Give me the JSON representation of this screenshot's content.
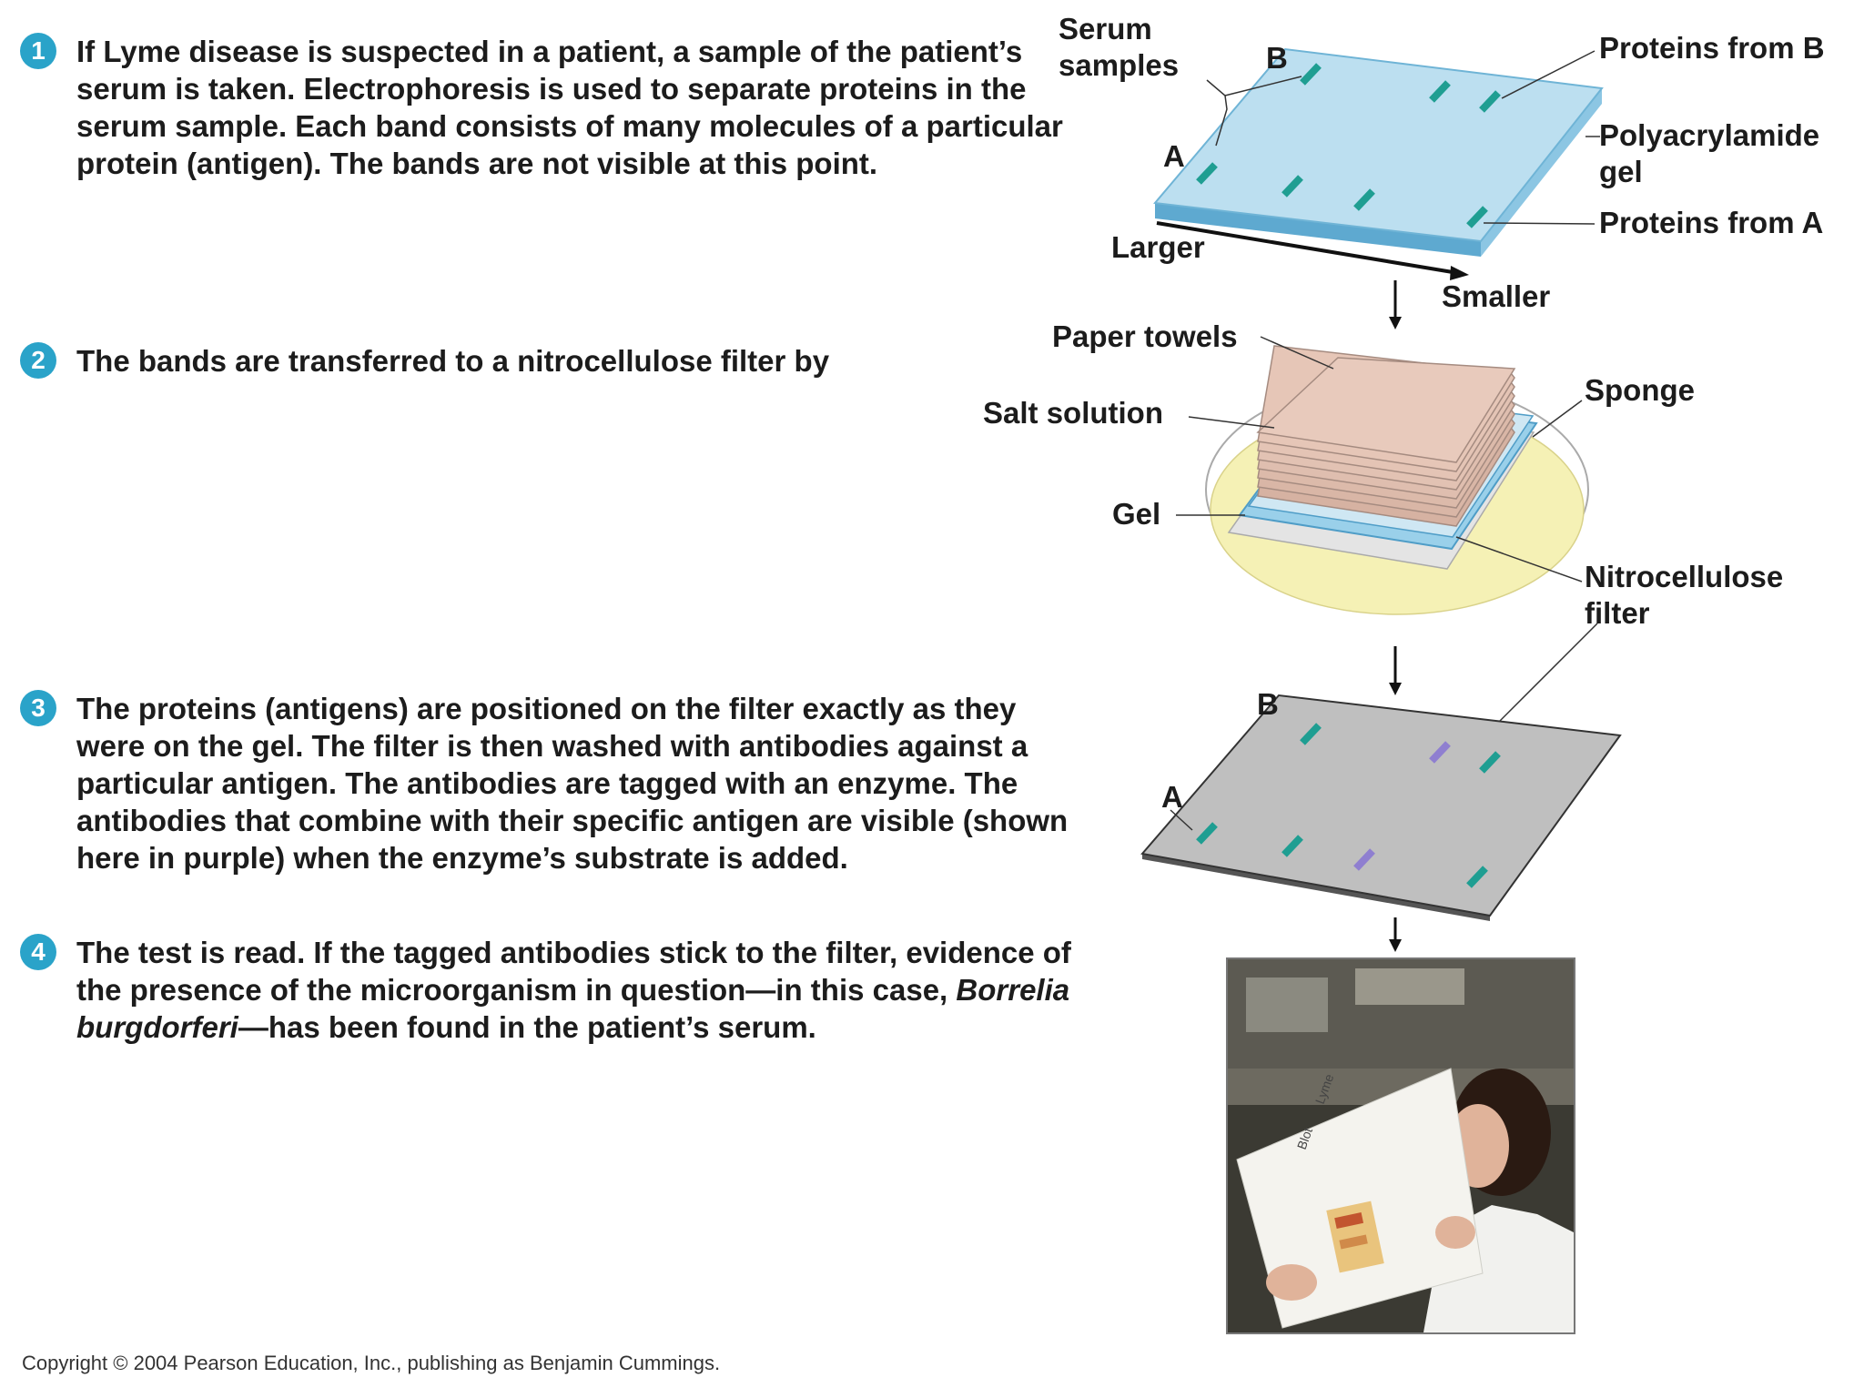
{
  "steps": [
    {
      "number": "1",
      "text": "If Lyme disease is suspected in a patient, a sample of the patient’s serum is taken. Electrophoresis is used to separate proteins in the serum sample. Each band consists of many molecules of a particular protein (antigen). The bands are not visible at this point."
    },
    {
      "number": "2",
      "text": "The bands are transferred to a nitrocellulose filter by"
    },
    {
      "number": "3",
      "text": "The proteins (antigens) are positioned on the filter exactly as they were on the gel. The filter is then washed with antibodies against a particular antigen. The antibodies are tagged with an enzyme. The antibodies that combine with their specific antigen are visible (shown here in purple) when the enzyme’s substrate is added."
    },
    {
      "number": "4",
      "text_before": "The test is read. If the tagged antibodies stick to the filter, evidence of the presence of the microorganism in question—in this case, ",
      "text_italic": "Borrelia burgdorferi",
      "text_after": "—has been found in the patient’s serum."
    }
  ],
  "labels": {
    "serum_samples_1": "Serum",
    "serum_samples_2": "samples",
    "b_top": "B",
    "a_top": "A",
    "proteins_from_b": "Proteins from B",
    "polyacrylamide_1": "Polyacrylamide",
    "polyacrylamide_2": "gel",
    "proteins_from_a": "Proteins from A",
    "larger": "Larger",
    "smaller": "Smaller",
    "paper_towels": "Paper towels",
    "salt_solution": "Salt solution",
    "sponge": "Sponge",
    "gel": "Gel",
    "nitrocellulose_1": "Nitrocellulose",
    "nitrocellulose_2": "filter",
    "b_bottom": "B",
    "a_bottom": "A"
  },
  "photo": {
    "alt": "Technician reading the filter",
    "sheet_note_1": "Blot",
    "sheet_note_2": "Lyme"
  },
  "copyright": "Copyright © 2004 Pearson Education, Inc., publishing as Benjamin Cummings.",
  "colors": {
    "step_badge": "#2aa3c9",
    "gel": "#bcdff0",
    "gel_edge": "#6fb4d6",
    "band": "#1f9e92",
    "band_visible": "#8f7fd0",
    "paper": "#e6c6b7",
    "salt": "#f5f1b5",
    "filter": "#bfbfbf"
  }
}
